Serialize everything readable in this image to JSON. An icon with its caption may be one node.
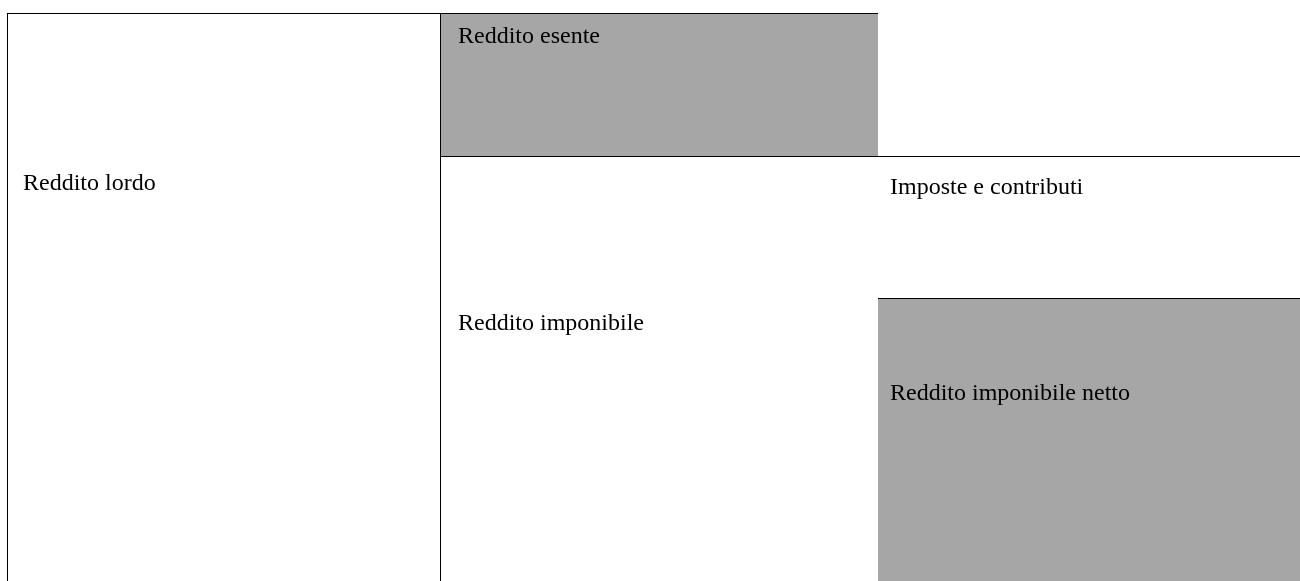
{
  "diagram": {
    "nodes": [
      {
        "text": [
          "Reddito lordo"
        ]
      },
      {
        "text": [
          "Reddito esente"
        ]
      },
      {
        "text": [
          "Reddito imponibile"
        ]
      },
      {
        "text": [
          "Imposte e contributi"
        ]
      },
      {
        "text": [
          "Reddito imponibile netto"
        ]
      }
    ]
  }
}
